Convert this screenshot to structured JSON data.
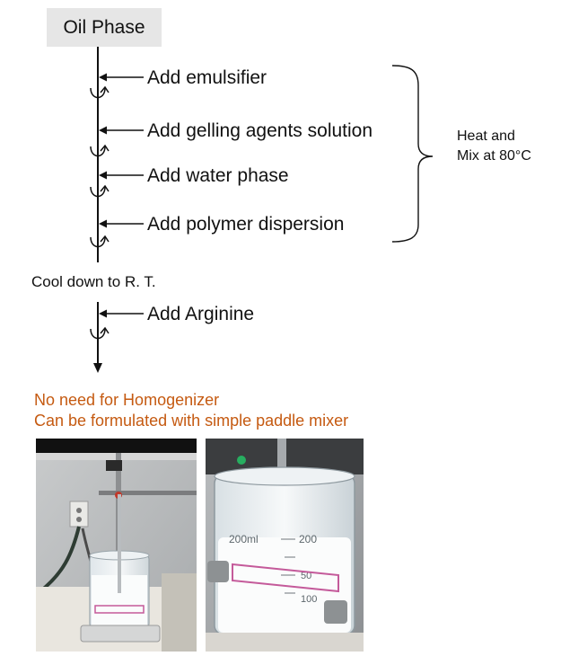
{
  "oil_phase": "Oil Phase",
  "steps": [
    "Add emulsifier",
    "Add gelling agents solution",
    "Add water phase",
    "Add polymer dispersion"
  ],
  "bracket_label": [
    "Heat and",
    "Mix at 80°C"
  ],
  "cool_label": "Cool down to R. T.",
  "final_step": "Add Arginine",
  "notes": [
    "No need for Homogenizer",
    "Can be formulated with simple paddle mixer"
  ],
  "colors": {
    "note": "#c55a11",
    "oil_box": "#e6e6e6",
    "line": "#111111"
  },
  "photos": [
    {
      "name": "beaker-setup-photo"
    },
    {
      "name": "beaker-closeup-photo",
      "beaker_marks": [
        "200ml",
        "200",
        "50",
        "100"
      ]
    }
  ]
}
